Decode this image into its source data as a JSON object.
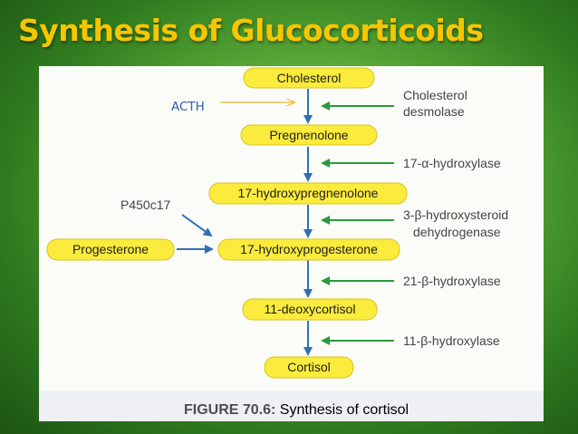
{
  "slide": {
    "title": "Synthesis of Glucocorticoids"
  },
  "diagram": {
    "nodes": [
      "Cholesterol",
      "Pregnenolone",
      "17-hydroxypregnenolone",
      "17-hydroxyprogesterone",
      "11-deoxycortisol",
      "Cortisol"
    ],
    "side_node": "Progesterone",
    "enzymes": {
      "e1": [
        "Cholesterol",
        "desmolase"
      ],
      "e2": "17-α-hydroxylase",
      "e3": [
        "3-β-hydroxysteroid",
        "dehydrogenase"
      ],
      "e4": "21-β-hydroxylase",
      "e5": "11-β-hydroxylase"
    },
    "acth": "ACTH",
    "p450": "P450c17",
    "caption": {
      "label": "FIGURE 70.6:",
      "text": " Synthesis of cortisol"
    }
  },
  "colors": {
    "title": "#f7c600",
    "node_fill": "#fbeb3c",
    "flow_arrow": "#2f6fb7",
    "enzyme_arrow": "#2a9a3c",
    "acth_text": "#2d5fb0",
    "acth_arrow": "#f3b72a"
  }
}
